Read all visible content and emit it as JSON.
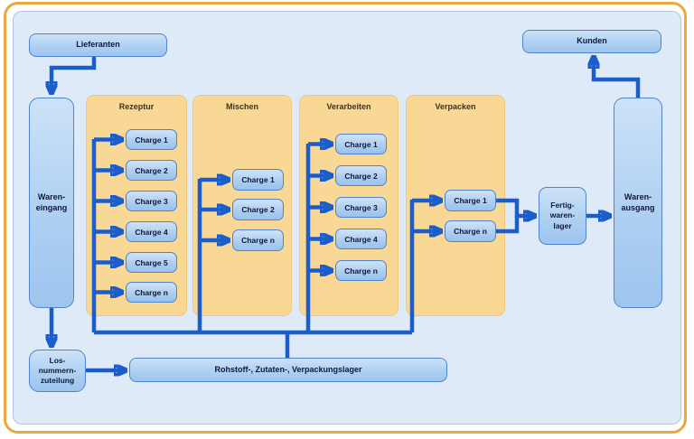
{
  "diagram": {
    "description": "Chargenrueckverfolgung Produktionsfluss",
    "colors": {
      "frame": "#e9a93f",
      "canvas": "#dfeaf8",
      "panel": "#f9d795",
      "arrow": "#1b5ecb",
      "node_border": "#4f83cb",
      "node_fill": "#aed0f2"
    }
  },
  "nodes": {
    "lieferanten": {
      "label": "Lieferanten"
    },
    "kunden": {
      "label": "Kunden"
    },
    "wareneingang": {
      "lines": [
        "Waren-",
        "eingang"
      ]
    },
    "warenausgang": {
      "lines": [
        "Waren-",
        "ausgang"
      ]
    },
    "fertigwarenlager": {
      "lines": [
        "Fertig-",
        "waren-",
        "lager"
      ]
    },
    "losnummernzuteilung": {
      "lines": [
        "Los-",
        "nummern-",
        "zuteilung"
      ]
    },
    "rohstofflager": {
      "label": "Rohstoff-, Zutaten-, Verpackungslager"
    }
  },
  "columns": [
    {
      "label": "Rezeptur",
      "charges": [
        "Charge 1",
        "Charge 2",
        "Charge 3",
        "Charge 4",
        "Charge 5",
        "Charge n"
      ]
    },
    {
      "label": "Mischen",
      "charges": [
        "Charge 1",
        "Charge 2",
        "Charge n"
      ]
    },
    {
      "label": "Verarbeiten",
      "charges": [
        "Charge 1",
        "Charge 2",
        "Charge 3",
        "Charge 4",
        "Charge n"
      ]
    },
    {
      "label": "Verpacken",
      "charges": [
        "Charge 1",
        "Charge n"
      ]
    }
  ]
}
